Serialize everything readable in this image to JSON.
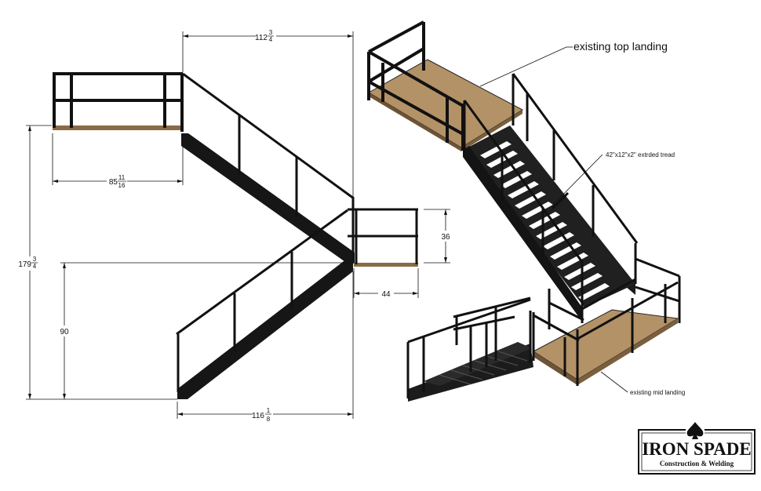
{
  "dimensions": {
    "overall_top_width": {
      "whole": "112",
      "num": "3",
      "den": "4"
    },
    "top_landing_width": {
      "whole": "85",
      "num": "11",
      "den": "16"
    },
    "overall_height": {
      "whole": "179",
      "num": "3",
      "den": "4"
    },
    "lower_height": "90",
    "rail_height": "36",
    "mid_landing_depth": "44",
    "lower_run_width": {
      "whole": "116",
      "num": "1",
      "den": "8"
    }
  },
  "callouts": {
    "top_landing": "existing top landing",
    "tread": "42\"x12\"x2\" extrded tread",
    "mid_landing": "existing mid landing"
  },
  "logo": {
    "title": "IRON SPADE",
    "subtitle": "Construction & Welding"
  }
}
